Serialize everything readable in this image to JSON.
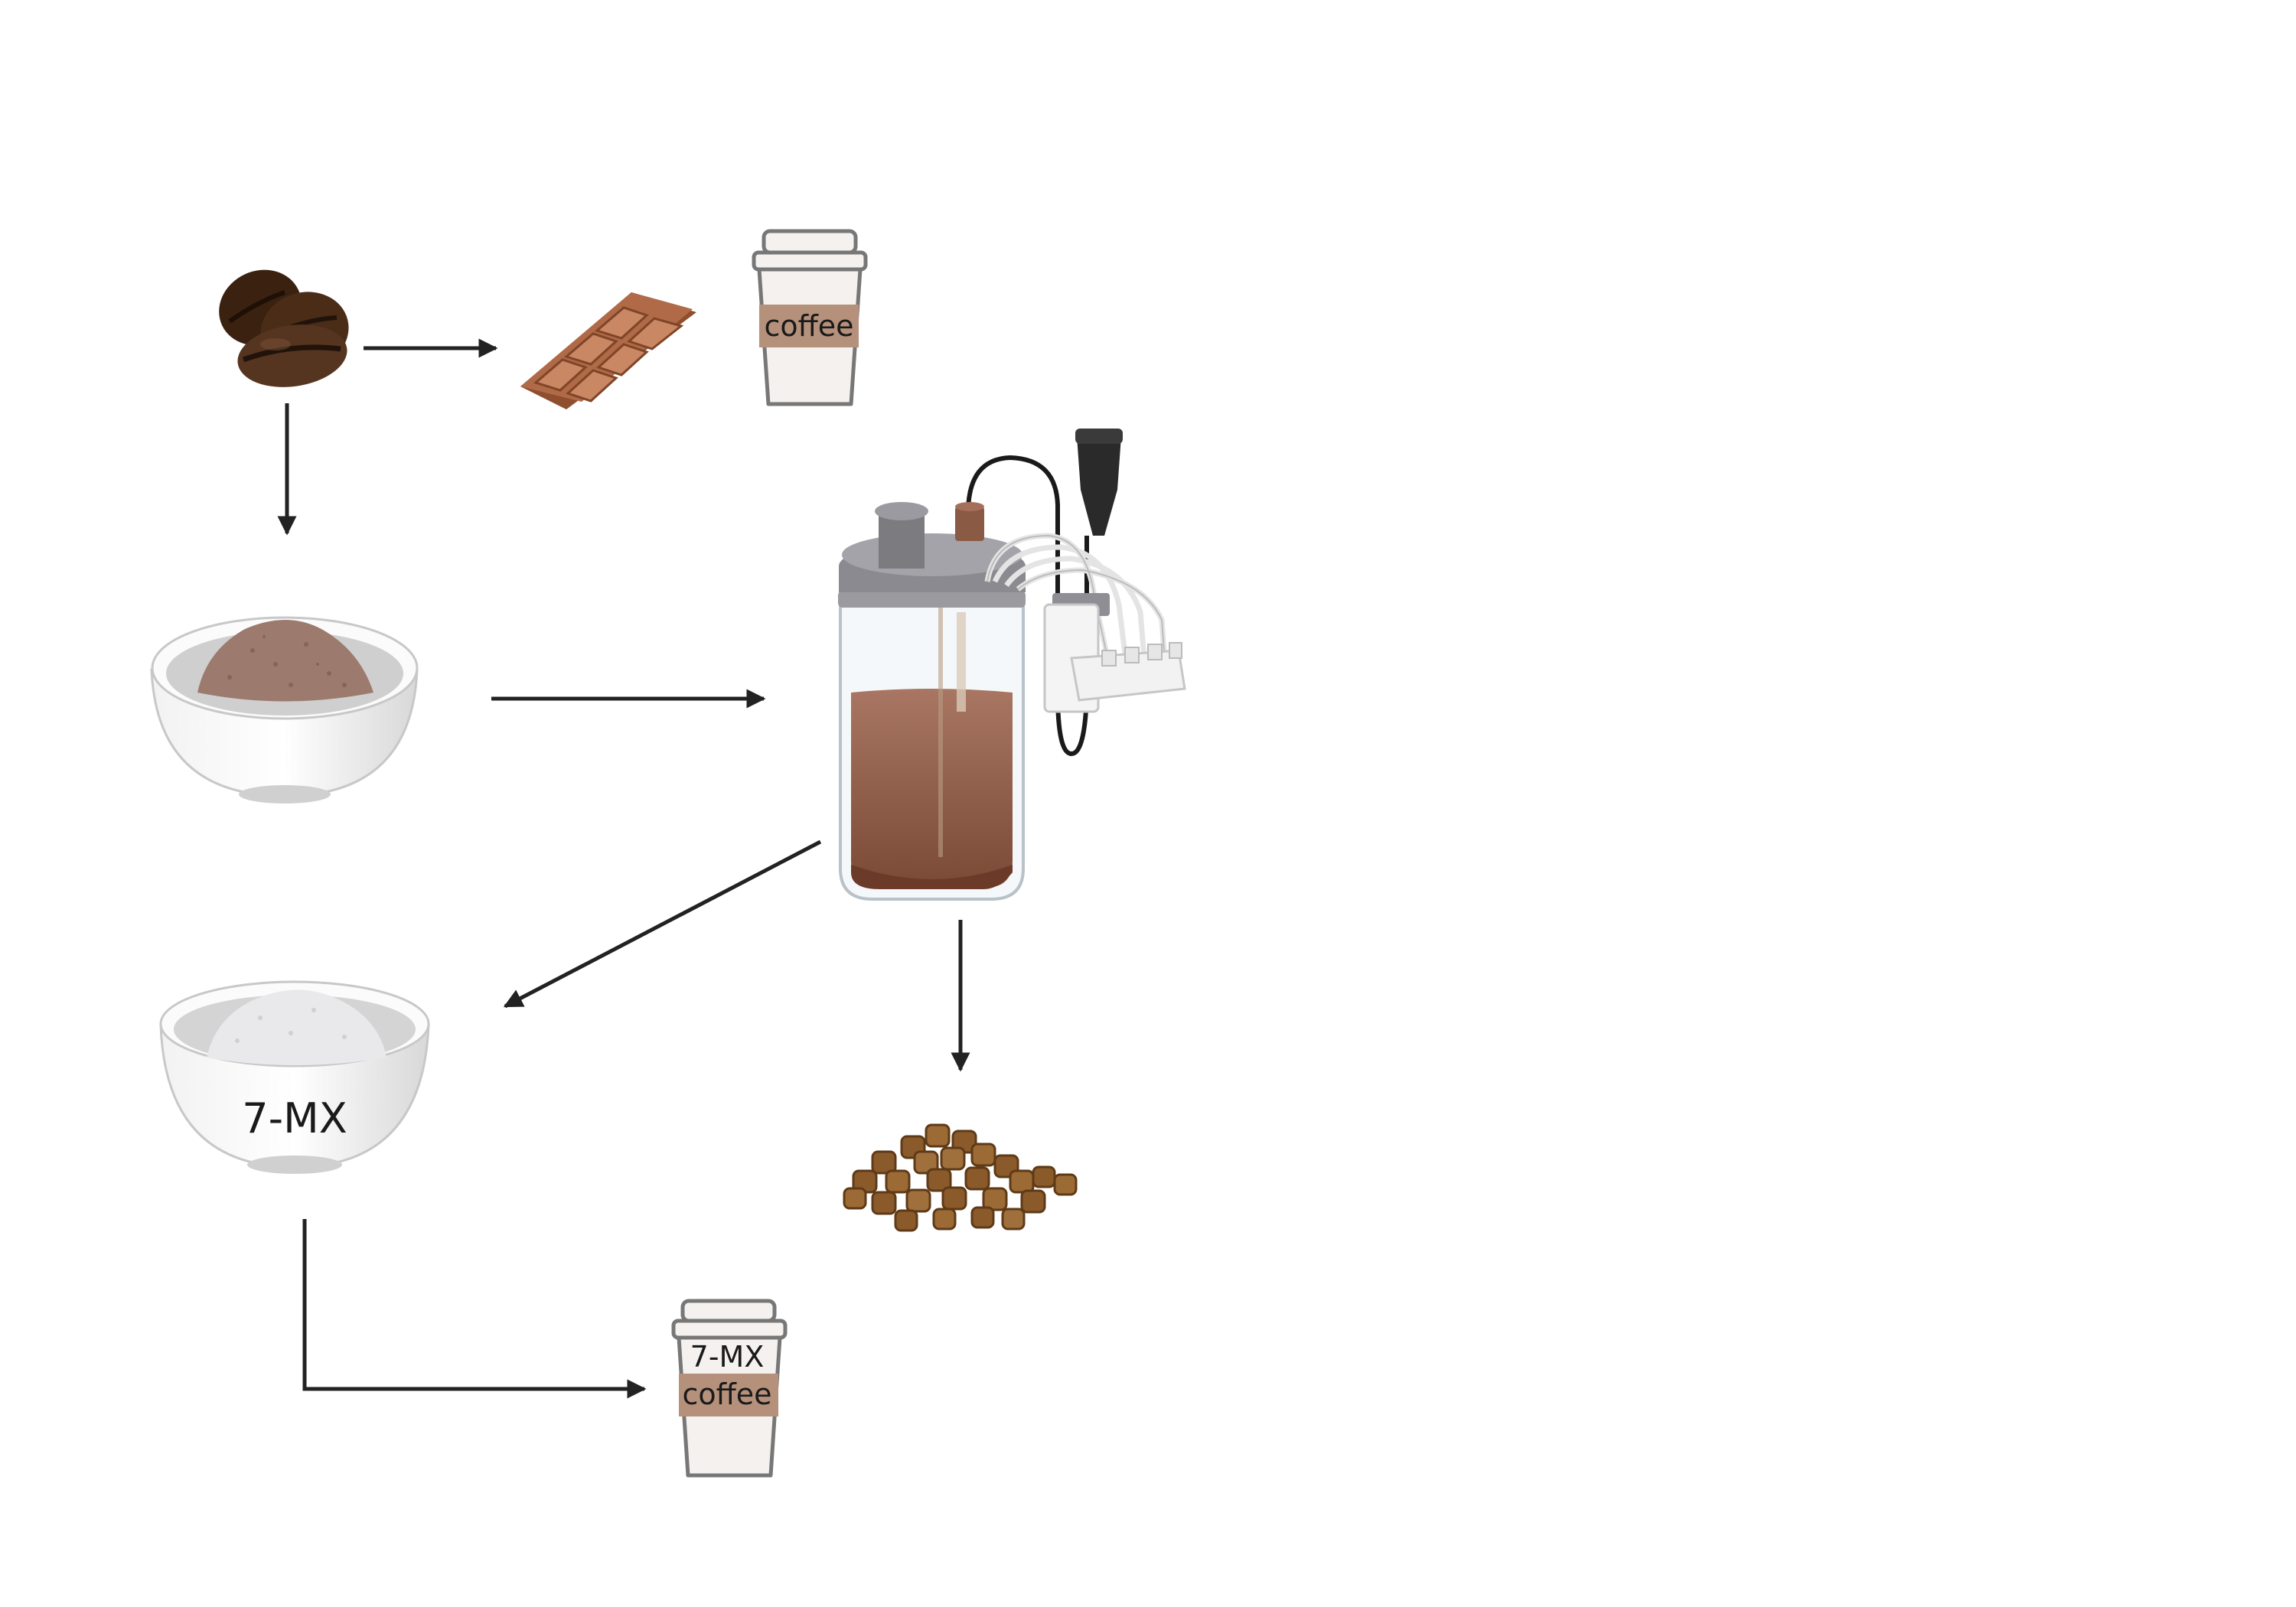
{
  "labels": {
    "cup_top": "coffee",
    "bowl_bottom": "7-MX",
    "cup_bottom_line1": "7-MX",
    "cup_bottom_line2": "coffee"
  },
  "icons": {
    "coffee_beans": "coffee-beans-icon",
    "chocolate": "chocolate-bar-icon",
    "cup_top": "coffee-cup-icon",
    "bowl_powder": "cocoa-powder-bowl-icon",
    "bioreactor": "bioreactor-icon",
    "bowl_7mx": "white-powder-bowl-icon",
    "pellets": "pellets-pile-icon",
    "cup_bottom": "coffee-cup-icon"
  },
  "colors": {
    "arrow": "#222222",
    "bean": "#4a2c17",
    "chocolate": "#b06a47",
    "cocoa": "#9c7a6e",
    "liquid": "#8e5c46",
    "cup_band": "#b5917b",
    "pellet": "#8b5a2b"
  }
}
